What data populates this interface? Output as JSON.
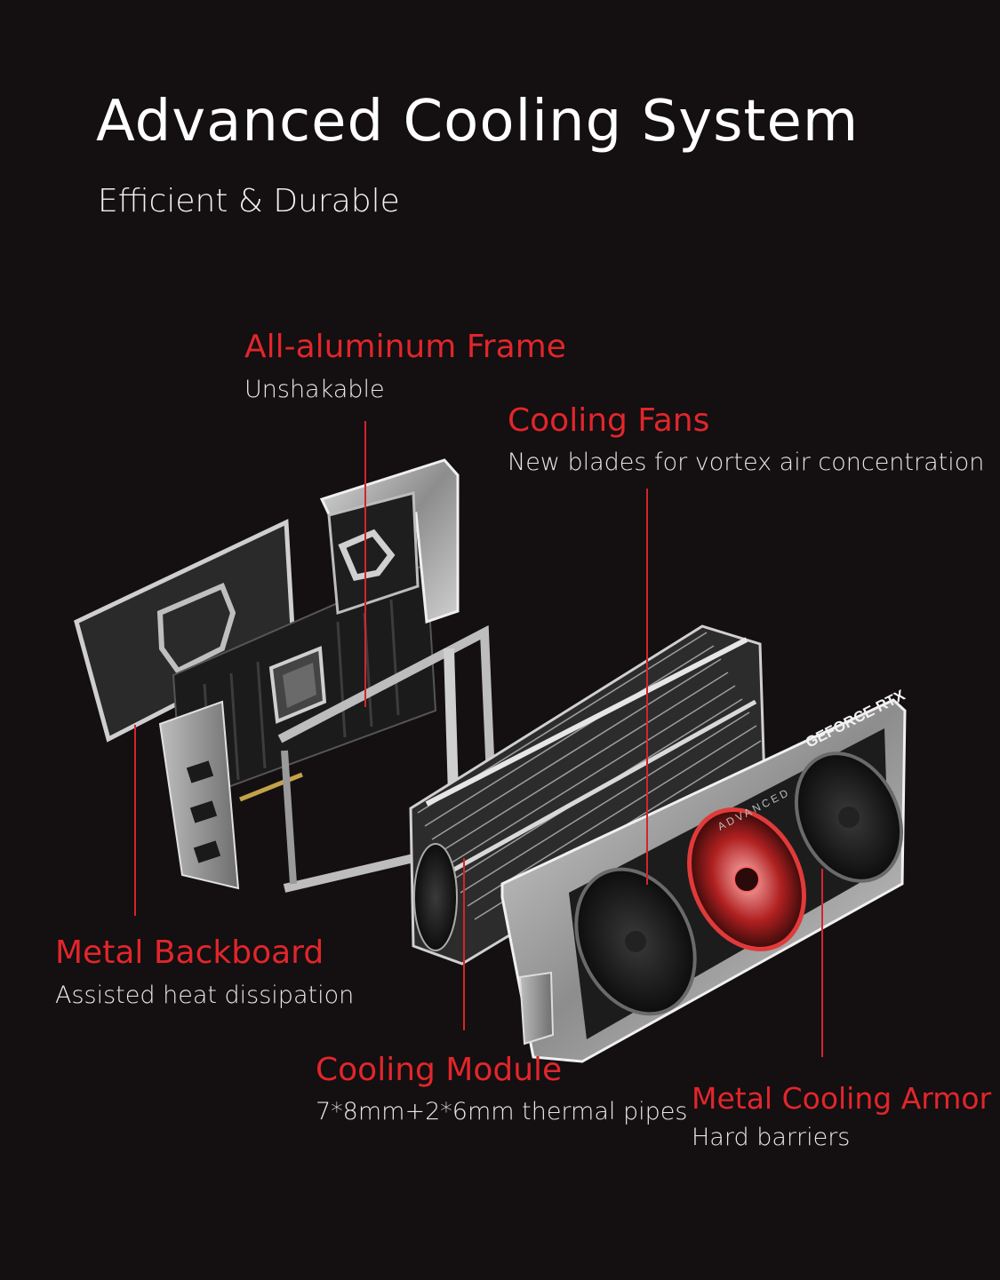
{
  "header": {
    "title": "Advanced Cooling System",
    "subtitle": "Efficient & Durable"
  },
  "callouts": {
    "frame": {
      "title": "All-aluminum Frame",
      "desc": "Unshakable"
    },
    "fans": {
      "title": "Cooling Fans",
      "desc": "New blades for vortex air concentration"
    },
    "backboard": {
      "title": "Metal Backboard",
      "desc": "Assisted heat dissipation"
    },
    "module": {
      "title": "Cooling Module",
      "desc": "7*8mm+2*6mm thermal pipes"
    },
    "armor": {
      "title": "Metal Cooling Armor",
      "desc": "Hard barriers"
    }
  },
  "product": {
    "shroud_text": "GEFORCE RTX",
    "shroud_subtext": "ADVANCED"
  },
  "colors": {
    "background": "#140f10",
    "accent": "#e1262c",
    "text": "#ffffff"
  }
}
